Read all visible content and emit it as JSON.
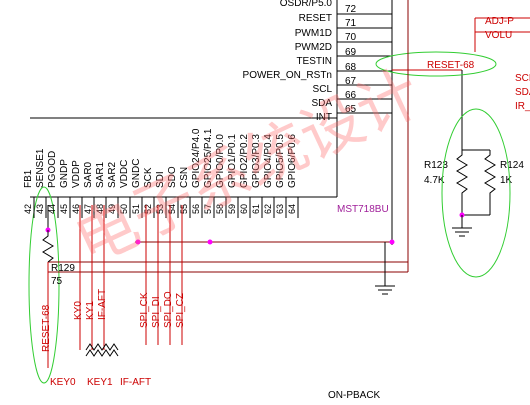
{
  "right_pins": [
    {
      "name": "OSDR/P5.0",
      "num": "72"
    },
    {
      "name": "RESET",
      "num": "71"
    },
    {
      "name": "PWM1D",
      "num": "70"
    },
    {
      "name": "PWM2D",
      "num": "69"
    },
    {
      "name": "TESTIN",
      "num": "68"
    },
    {
      "name": "POWER_ON_RSTn",
      "num": "67"
    },
    {
      "name": "SCL",
      "num": "66"
    },
    {
      "name": "SDA",
      "num": "65"
    },
    {
      "name": "INT",
      "num": ""
    }
  ],
  "bottom_pins": [
    {
      "name": "FB1",
      "num": "42"
    },
    {
      "name": "SENSE1",
      "num": "43"
    },
    {
      "name": "PGOOD",
      "num": "44"
    },
    {
      "name": "GNDP",
      "num": "45"
    },
    {
      "name": "VDDP",
      "num": "46"
    },
    {
      "name": "SAR0",
      "num": "47"
    },
    {
      "name": "SAR1",
      "num": "48"
    },
    {
      "name": "SAR2",
      "num": "49"
    },
    {
      "name": "VDDC",
      "num": "50"
    },
    {
      "name": "GNDC",
      "num": "51"
    },
    {
      "name": "SCK",
      "num": "52"
    },
    {
      "name": "SDI",
      "num": "53"
    },
    {
      "name": "SDO",
      "num": "54"
    },
    {
      "name": "CSN",
      "num": "55"
    },
    {
      "name": "GPIO24/P4.0",
      "num": "56"
    },
    {
      "name": "GPIO25/P4.1",
      "num": "57"
    },
    {
      "name": "GPIO0/P0.0",
      "num": "58"
    },
    {
      "name": "GPIO1/P0.1",
      "num": "59"
    },
    {
      "name": "GPIO2/P0.2",
      "num": "60"
    },
    {
      "name": "GPIO3/P0.3",
      "num": "61"
    },
    {
      "name": "GPIO4/P0.4",
      "num": "62"
    },
    {
      "name": "GPIO5/P0.5",
      "num": "63"
    },
    {
      "name": "GPIO6/P0.6",
      "num": "64"
    }
  ],
  "right_net_labels": [
    "ADJ-P",
    "VOLU",
    "SCL",
    "SDA",
    "IR_"
  ],
  "net_reset": "RESET-68",
  "ic_name": "MST718BU",
  "r123": {
    "ref": "R123",
    "value": "4.7K"
  },
  "r124": {
    "ref": "R124",
    "value": "1K"
  },
  "r129": {
    "ref": "R129",
    "value": "75"
  },
  "net_reset_vertical": "RESET-68",
  "key_nets": [
    "KY0",
    "KY1",
    "IF-AFT"
  ],
  "spi_nets": [
    "SPI_CK",
    "SPI_DI",
    "SPI_DO",
    "SPI_CZ"
  ],
  "bottom_labels": [
    "KEY0",
    "KEY1",
    "IF-AFT"
  ],
  "bottom_partial_label": "ON-PBACK",
  "watermark": "电子系统设计",
  "colors": {
    "line": "#000000",
    "net_red": "#cc0000",
    "wire_dark_red": "#8b0000",
    "ic_label": "#a0209a",
    "highlight_green": "#32cd32",
    "junction": "#ff00ff",
    "watermark": "#ff6666"
  }
}
